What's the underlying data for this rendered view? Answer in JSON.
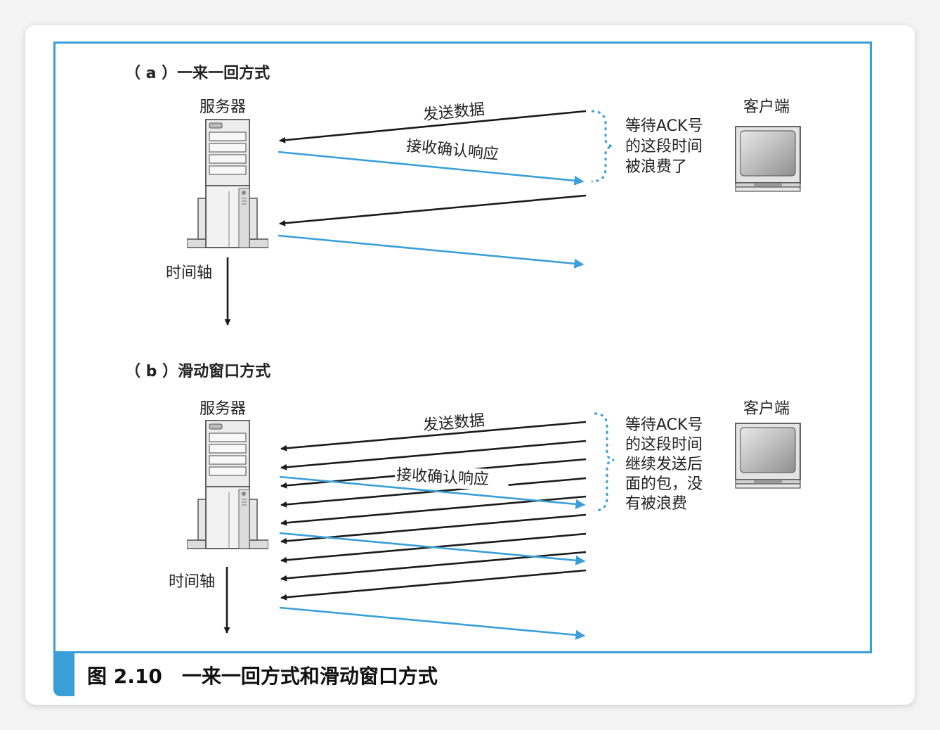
{
  "colors": {
    "frame": "#3a9fd8",
    "data_arrow": "#1a1a1a",
    "ack_arrow": "#3a9fd8"
  },
  "caption": "图 2.10　一来一回方式和滑动窗口方式",
  "section_a": {
    "title": "（ a ）一来一回方式",
    "server_label": "服务器",
    "client_label": "客户端",
    "send_label": "发送数据",
    "ack_label": "接收确认响应",
    "wait_lines": [
      "等待ACK号",
      "的这段时间",
      "被浪费了"
    ],
    "time_axis_label": "时间轴",
    "server_icon": "server-tower-icon",
    "client_icon": "monitor-icon"
  },
  "section_b": {
    "title": "（ b ）滑动窗口方式",
    "server_label": "服务器",
    "client_label": "客户端",
    "send_label": "发送数据",
    "ack_label": "接收确认响应",
    "wait_lines": [
      "等待ACK号",
      "的这段时间",
      "继续发送后",
      "面的包，没",
      "有被浪费"
    ],
    "time_axis_label": "时间轴",
    "server_icon": "server-tower-icon",
    "client_icon": "monitor-icon"
  }
}
